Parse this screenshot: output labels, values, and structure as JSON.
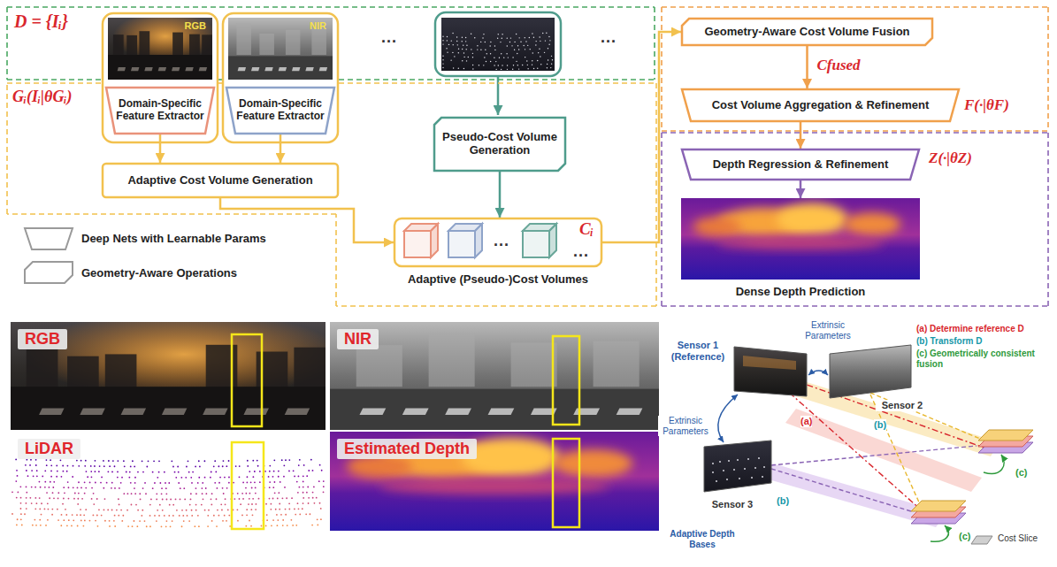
{
  "diagram": {
    "nodes": [
      {
        "text": [
          "D = {Iᵢ}"
        ]
      },
      {
        "text": [
          "RGB"
        ]
      },
      {
        "text": [
          "Domain-Specific Feature Extractor"
        ],
        "in": 1
      },
      {
        "text": [
          "NIR"
        ]
      },
      {
        "text": [
          "Domain-Specific Feature Extractor"
        ],
        "in": 3
      },
      {
        "text": [
          "Gᵢ(Iᵢ|θGᵢ)"
        ]
      },
      {
        "text": [
          "Adaptive Cost Volume Generation"
        ],
        "in": 5
      },
      {
        "text": [
          "Pseudo-Cost Volume Generation"
        ],
        "in": 5
      },
      {
        "text": [
          "Cᵢ",
          "Adaptive (Pseudo-)Cost Volumes"
        ],
        "in": 5
      },
      {
        "text": [
          "F(·|θF)"
        ]
      },
      {
        "text": [
          "Geometry-Aware Cost Volume Fusion"
        ],
        "in": 9
      },
      {
        "text": [
          "Cost Volume Aggregation & Refinement"
        ],
        "in": 9
      },
      {
        "text": [
          "Z(·|θZ)"
        ]
      },
      {
        "text": [
          "Depth Regression & Refinement"
        ],
        "in": 12
      },
      {
        "text": [
          "Dense Depth Prediction"
        ],
        "in": 12
      },
      {
        "text": [
          "RGB"
        ]
      },
      {
        "text": [
          "NIR"
        ]
      },
      {
        "text": [
          "LiDAR"
        ]
      },
      {
        "text": [
          "Estimated Depth"
        ]
      }
    ],
    "edges": [
      {
        "from": 2,
        "to": 6,
        "arrow": "to"
      },
      {
        "from": 4,
        "to": 6,
        "arrow": "to"
      },
      {
        "from": 6,
        "to": 8,
        "arrow": "to"
      },
      {
        "from": 7,
        "to": 8,
        "arrow": "to"
      },
      {
        "from": 8,
        "to": 10,
        "arrow": "to"
      },
      {
        "from": 10,
        "to": 11,
        "label": "Cfused",
        "arrow": "to"
      },
      {
        "from": 11,
        "to": 13,
        "arrow": "to"
      },
      {
        "from": 13,
        "to": 14,
        "arrow": "to"
      }
    ],
    "labels": [
      "...",
      "...",
      "...",
      "...",
      "Sensor 1 (Reference)",
      "Extrinsic Parameters",
      "Sensor 2",
      "(a) Determine reference D",
      "(b) Transform D",
      "(c) Geometrically consistent fusion",
      "Extrinsic Parameters",
      "(a)",
      "(b)",
      "(b)",
      "Sensor 3",
      "(c)",
      "(c)",
      "Adaptive Depth Bases",
      "Cost Slice"
    ],
    "legend": [
      {
        "text": "Deep Nets with Learnable Params"
      },
      {
        "text": "Geometry-Aware Operations"
      }
    ]
  }
}
